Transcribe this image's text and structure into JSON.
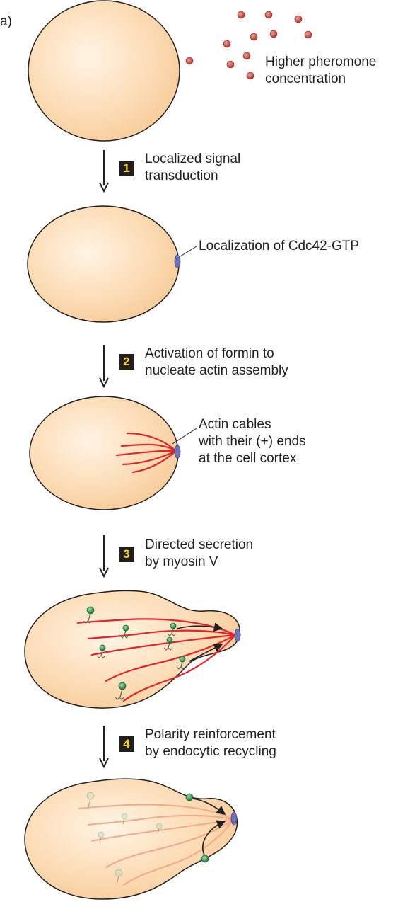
{
  "panel_label": "a)",
  "stimulus_label": {
    "line1": "Higher pheromone",
    "line2": "concentration"
  },
  "steps": [
    {
      "number": "1",
      "line1": "Localized signal",
      "line2": "transduction"
    },
    {
      "number": "2",
      "line1": "Activation of formin to",
      "line2": "nucleate actin assembly"
    },
    {
      "number": "3",
      "line1": "Directed secretion",
      "line2": "by myosin V"
    },
    {
      "number": "4",
      "line1": "Polarity reinforcement",
      "line2": "by endocytic recycling"
    }
  ],
  "cdc42_label": "Localization of Cdc42-GTP",
  "actin_label": {
    "line1": "Actin cables",
    "line2": "with their (+) ends",
    "line3": "at the cell cortex"
  },
  "colors": {
    "cell_fill": "#fbdcb4",
    "cell_stroke": "#231f20",
    "pheromone": "#c8473b",
    "cdc42_patch": "#6f74b8",
    "actin_cable": "#e0262b",
    "actin_faded": "#f2a98a",
    "vesicle": "#2f9a4f",
    "badge_bg": "#231f20",
    "badge_text": "#f7d21e"
  },
  "icons": {
    "step_arrow": "down-arrow-icon",
    "pheromone": "pheromone-molecule-icon",
    "vesicle": "secretory-vesicle-icon"
  }
}
